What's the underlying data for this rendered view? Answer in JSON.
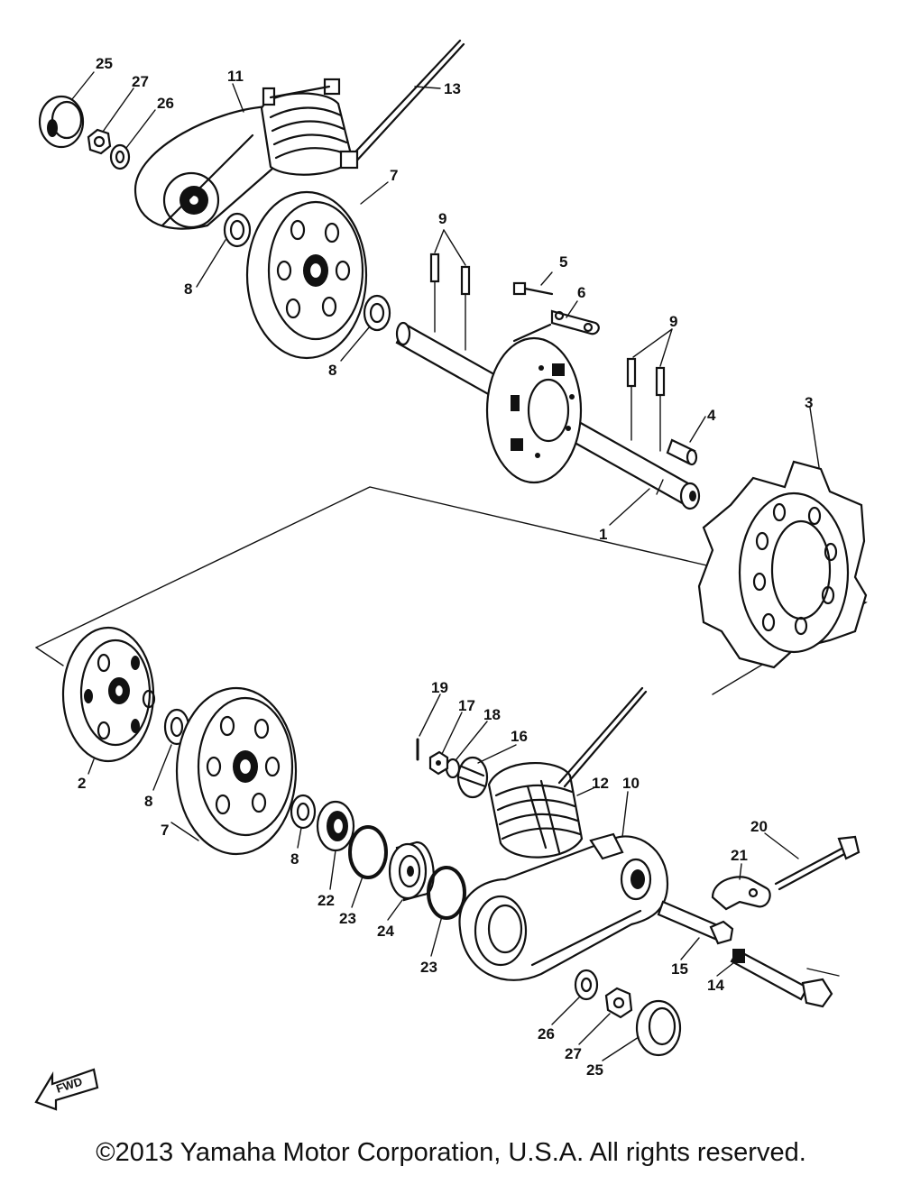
{
  "diagram": {
    "callouts": {
      "c25a": "25",
      "c27a": "27",
      "c26a": "26",
      "c11": "11",
      "c13": "13",
      "c7a": "7",
      "c8a": "8",
      "c8b": "8",
      "c9a": "9",
      "c5": "5",
      "c6": "6",
      "c9b": "9",
      "c4": "4",
      "c3": "3",
      "c1": "1",
      "c2": "2",
      "c8c": "8",
      "c7b": "7",
      "c8d": "8",
      "c19": "19",
      "c17": "17",
      "c18": "18",
      "c16": "16",
      "c12": "12",
      "c10": "10",
      "c22": "22",
      "c23a": "23",
      "c24": "24",
      "c23b": "23",
      "c20": "20",
      "c21": "21",
      "c15": "15",
      "c14": "14",
      "c26b": "26",
      "c27b": "27",
      "c25b": "25"
    },
    "fwd_label": "FWD"
  },
  "footer": {
    "copyright": "©2013 Yamaha Motor Corporation, U.S.A. All rights reserved."
  }
}
